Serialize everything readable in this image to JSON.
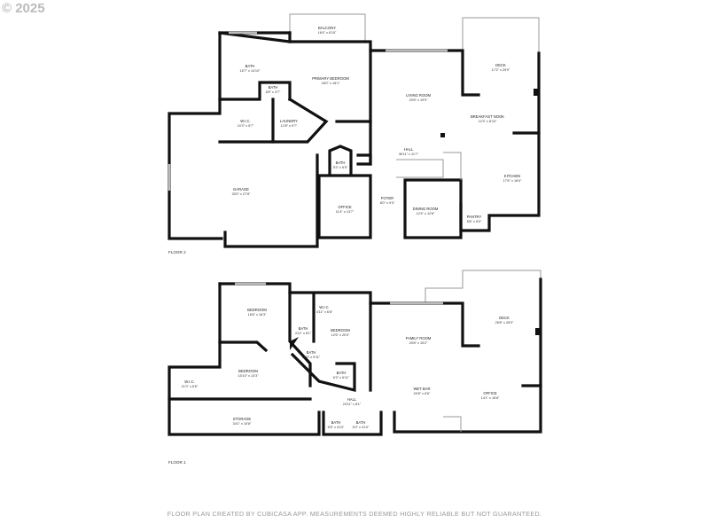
{
  "watermark": "© 2025",
  "footer": "FLOOR PLAN CREATED BY CUBICASA APP. MEASUREMENTS DEEMED HIGHLY RELIABLE BUT NOT GUARANTEED.",
  "floors": [
    {
      "label": "FLOOR 2",
      "rooms": [
        {
          "name": "BALCONY",
          "dims": "16'4\" x 6'10\""
        },
        {
          "name": "BATH",
          "dims": "16'7\" x 14'10\""
        },
        {
          "name": "PRIMARY BEDROOM",
          "dims": "18'0\" x 16'1\""
        },
        {
          "name": "BATH",
          "dims": "6'8\" x 3'7\""
        },
        {
          "name": "W.I.C.",
          "dims": "10'3\" x 9'7\""
        },
        {
          "name": "LAUNDRY",
          "dims": "12'8\" x 9'7\""
        },
        {
          "name": "LIVING ROOM",
          "dims": "20'8\" x 19'0\""
        },
        {
          "name": "DECK",
          "dims": "17'2\" x 29'0\""
        },
        {
          "name": "BREAKFAST NOOK",
          "dims": "12'3\" x 8'10\""
        },
        {
          "name": "HALL",
          "dims": "36'11\" x 11'7\""
        },
        {
          "name": "BATH",
          "dims": "5'3\" x 6'5\""
        },
        {
          "name": "GARAGE",
          "dims": "33'0\" x 27'8\""
        },
        {
          "name": "OFFICE",
          "dims": "11'4\" x 13'7\""
        },
        {
          "name": "FOYER",
          "dims": "8'0\" x 9'3\""
        },
        {
          "name": "DINING ROOM",
          "dims": "12'4\" x 12'8\""
        },
        {
          "name": "KITCHEN",
          "dims": "17'6\" x 18'4\""
        },
        {
          "name": "PANTRY",
          "dims": "5'8\" x 8'0\""
        }
      ]
    },
    {
      "label": "FLOOR 1",
      "rooms": [
        {
          "name": "BEDROOM",
          "dims": "16'8\" x 16'3\""
        },
        {
          "name": "W.I.C.",
          "dims": "4'11\" x 6'8\""
        },
        {
          "name": "BATH",
          "dims": "4'11\" x 8'1\""
        },
        {
          "name": "BEDROOM",
          "dims": "12'6\" x 20'0\""
        },
        {
          "name": "BATH",
          "dims": "10'0\" x 9'11\""
        },
        {
          "name": "BEDROOM",
          "dims": "15'10\" x 13'3\""
        },
        {
          "name": "BATH",
          "dims": "6'3\" x 6'11\""
        },
        {
          "name": "W.I.C.",
          "dims": "11'0\" x 6'8\""
        },
        {
          "name": "HALL",
          "dims": "23'11\" x 8'1\""
        },
        {
          "name": "STORAGE",
          "dims": "34'1\" x 10'8\""
        },
        {
          "name": "BATH",
          "dims": "5'8\" x 4'10\""
        },
        {
          "name": "BATH",
          "dims": "5'0\" x 4'10\""
        },
        {
          "name": "FAMILY ROOM",
          "dims": "20'8\" x 15'2\""
        },
        {
          "name": "WET BAR",
          "dims": "20'8\" x 6'6\""
        },
        {
          "name": "DECK",
          "dims": "25'8\" x 26'0\""
        },
        {
          "name": "OFFICE",
          "dims": "14'1\" x 18'8\""
        }
      ]
    }
  ]
}
